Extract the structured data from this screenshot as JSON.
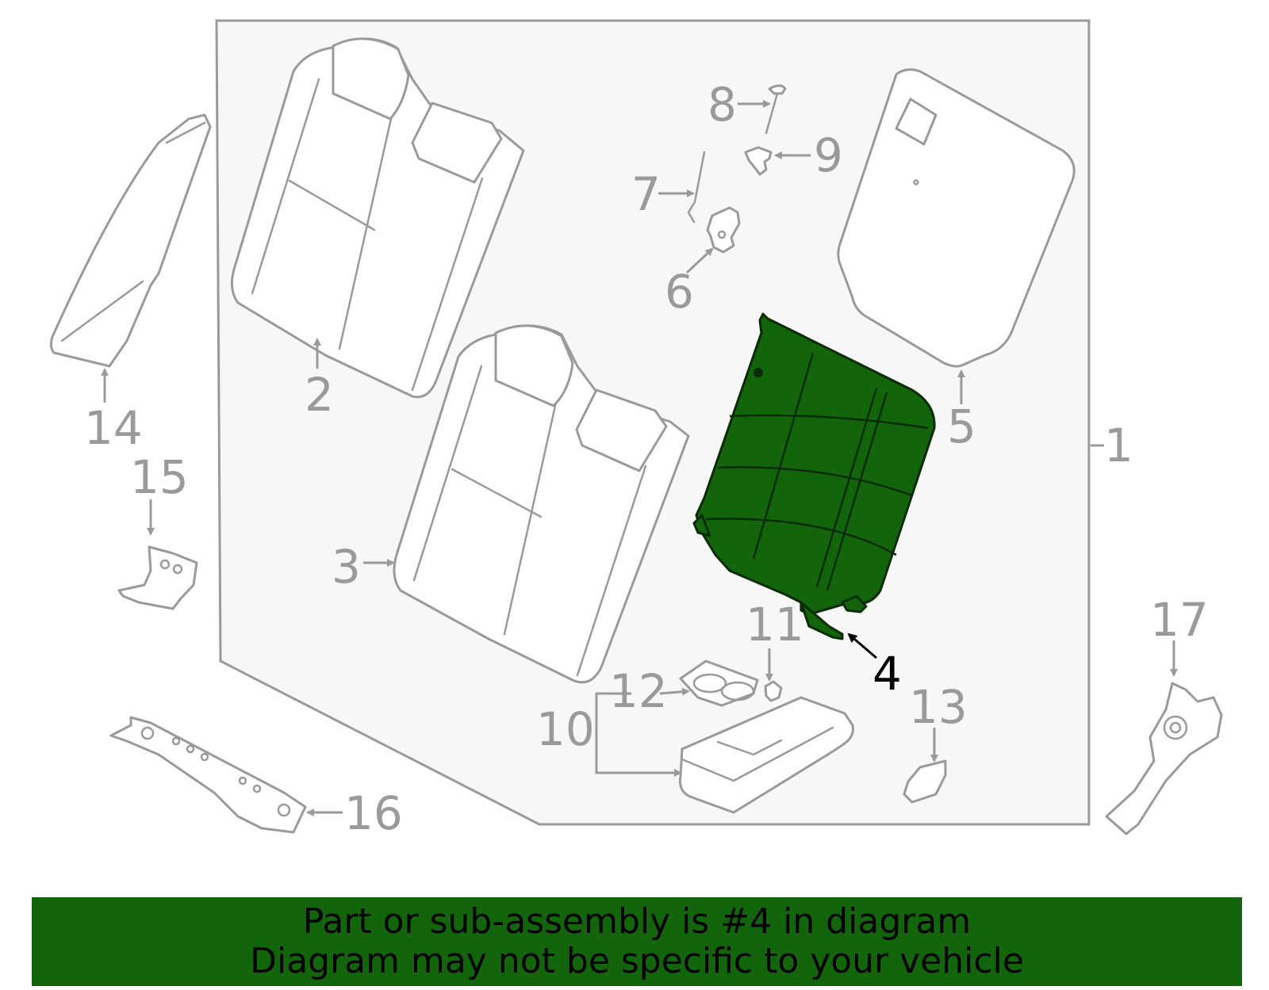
{
  "diagram": {
    "highlighted_part": "4",
    "highlight_color": "#12650a",
    "line_color": "#9a9a9a",
    "callouts": [
      {
        "id": "1",
        "label": "1"
      },
      {
        "id": "2",
        "label": "2"
      },
      {
        "id": "3",
        "label": "3"
      },
      {
        "id": "4",
        "label": "4"
      },
      {
        "id": "5",
        "label": "5"
      },
      {
        "id": "6",
        "label": "6"
      },
      {
        "id": "7",
        "label": "7"
      },
      {
        "id": "8",
        "label": "8"
      },
      {
        "id": "9",
        "label": "9"
      },
      {
        "id": "10",
        "label": "10"
      },
      {
        "id": "11",
        "label": "11"
      },
      {
        "id": "12",
        "label": "12"
      },
      {
        "id": "13",
        "label": "13"
      },
      {
        "id": "14",
        "label": "14"
      },
      {
        "id": "15",
        "label": "15"
      },
      {
        "id": "16",
        "label": "16"
      },
      {
        "id": "17",
        "label": "17"
      }
    ]
  },
  "banner": {
    "line1": "Part or sub-assembly is #4 in diagram",
    "line2": "Diagram may not be specific to your vehicle",
    "background": "#12650a"
  }
}
